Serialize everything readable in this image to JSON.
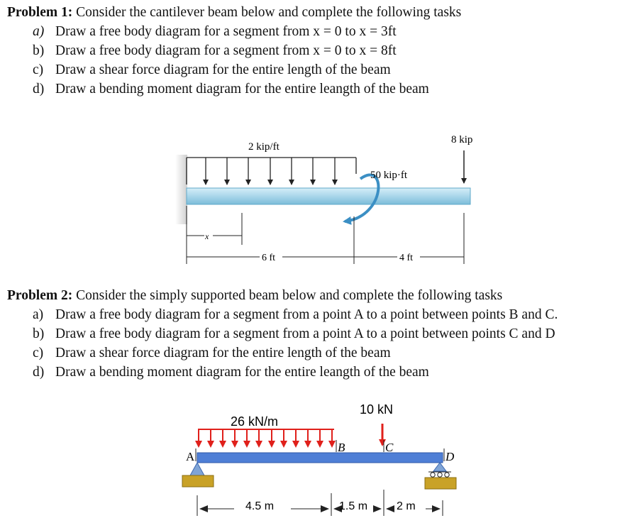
{
  "problem1": {
    "heading": "Problem 1:",
    "intro": " Consider the cantilever beam below and complete the following tasks",
    "tasks": [
      {
        "marker": "a)",
        "text": "Draw a free body diagram for a segment from x = 0 to x = 3ft"
      },
      {
        "marker": "b)",
        "text": "Draw a free body diagram for a segment from x = 0 to x = 8ft"
      },
      {
        "marker": "c)",
        "text": "Draw a shear force diagram for the entire length of the beam"
      },
      {
        "marker": "d)",
        "text": "Draw a bending moment diagram for the entire leangth of the beam"
      }
    ],
    "figure": {
      "distributed_load": "2 kip/ft",
      "point_load": "8 kip",
      "moment": "50 kip·ft",
      "x_label": "x",
      "dim_left": "6 ft",
      "dim_right": "4 ft"
    }
  },
  "problem2": {
    "heading": "Problem 2:",
    "intro": " Consider the simply supported beam below and complete the following tasks",
    "tasks": [
      {
        "marker": "a)",
        "text": "Draw a free body diagram for a segment from a point A to a point between points B and C."
      },
      {
        "marker": "b)",
        "text": "Draw a free body diagram for a segment from a point A to a point between points C and D"
      },
      {
        "marker": "c)",
        "text": "Draw a shear force diagram for the entire length of the beam"
      },
      {
        "marker": "d)",
        "text": "Draw a bending moment diagram for the entire leangth of the beam"
      }
    ],
    "figure": {
      "distributed_load": "26 kN/m",
      "point_load": "10 kN",
      "point_a": "A",
      "point_b": "B",
      "point_c": "C",
      "point_d": "D",
      "dim_ab": "4.5 m",
      "dim_bc": "1.5 m",
      "dim_cd": "2 m"
    }
  },
  "colors": {
    "beam1": "#a9d6ea",
    "beam1_edge": "#5fa9c9",
    "wall": "#d9d9d9",
    "moment_arrow": "#3b8fc4",
    "beam2": "#4f7fd6",
    "load_red": "#e0201b",
    "support_gold": "#c9a227",
    "support_blue": "#7fa4d6"
  }
}
